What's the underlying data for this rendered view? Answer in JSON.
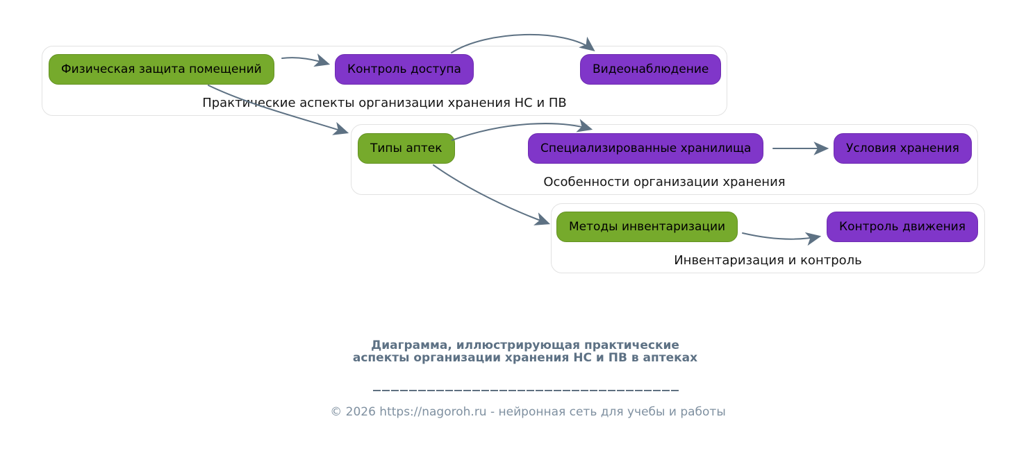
{
  "diagram": {
    "groups": [
      {
        "label": "Практические аспекты организации хранения НС и ПВ",
        "nodes": [
          {
            "label": "Физическая защита помещений",
            "color": "green"
          },
          {
            "label": "Контроль доступа",
            "color": "purple"
          },
          {
            "label": "Видеонаблюдение",
            "color": "purple"
          }
        ]
      },
      {
        "label": "Особенности организации хранения",
        "nodes": [
          {
            "label": "Типы аптек",
            "color": "green"
          },
          {
            "label": "Специализированные хранилища",
            "color": "purple"
          },
          {
            "label": "Условия хранения",
            "color": "purple"
          }
        ]
      },
      {
        "label": "Инвентаризация и контроль",
        "nodes": [
          {
            "label": "Методы инвентаризации",
            "color": "green"
          },
          {
            "label": "Контроль движения",
            "color": "purple"
          }
        ]
      }
    ],
    "edges": [
      {
        "from": "Физическая защита помещений",
        "to": "Контроль доступа"
      },
      {
        "from": "Контроль доступа",
        "to": "Видеонаблюдение"
      },
      {
        "from": "Физическая защита помещений",
        "to": "Типы аптек"
      },
      {
        "from": "Типы аптек",
        "to": "Специализированные хранилища"
      },
      {
        "from": "Специализированные хранилища",
        "to": "Условия хранения"
      },
      {
        "from": "Типы аптек",
        "to": "Методы инвентаризации"
      },
      {
        "from": "Методы инвентаризации",
        "to": "Контроль движения"
      }
    ],
    "colors": {
      "green_node": "#76aa2c",
      "purple_node": "#8036c9",
      "arrow": "#5d7183",
      "group_border": "#e2e2e2"
    }
  },
  "footer": {
    "caption": "Диаграмма, иллюстрирующая практические аспекты организации хранения НС и ПВ в аптеках",
    "copyright": "© 2026 https://nagoroh.ru - нейронная сеть для учебы и работы"
  }
}
